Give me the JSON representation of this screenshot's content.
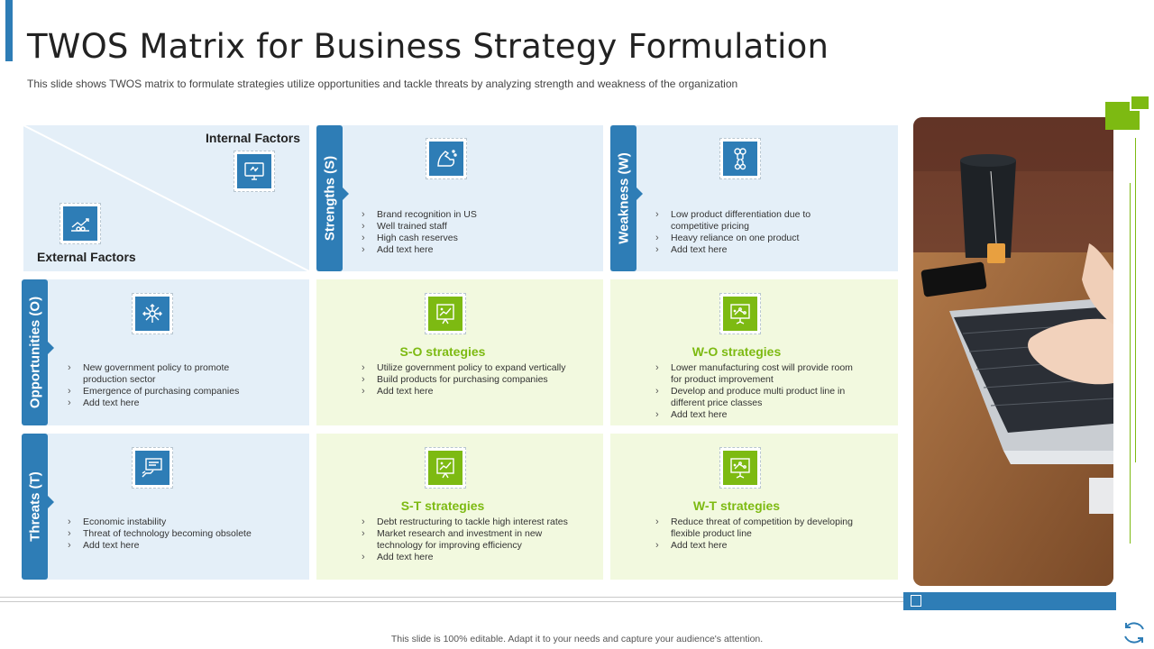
{
  "header": {
    "title": "TWOS Matrix for Business Strategy Formulation",
    "subtitle": "This slide shows TWOS matrix to formulate strategies utilize opportunities and tackle threats by analyzing strength and weakness of the organization"
  },
  "matrix": {
    "internal_label": "Internal Factors",
    "external_label": "External Factors",
    "strengths": {
      "label": "Strengths (S)",
      "items": [
        "Brand recognition in US",
        "Well trained staff",
        "High cash reserves",
        "Add text here"
      ]
    },
    "weakness": {
      "label": "Weakness (W)",
      "items": [
        "Low product differentiation due to competitive pricing",
        "Heavy reliance on one product",
        "Add text here"
      ]
    },
    "opportunities": {
      "label": "Opportunities (O)",
      "items": [
        "New government policy to promote production sector",
        "Emergence of purchasing companies",
        "Add text here"
      ]
    },
    "threats": {
      "label": "Threats (T)",
      "items": [
        "Economic instability",
        "Threat of technology becoming obsolete",
        "Add text here"
      ]
    },
    "so": {
      "title": "S-O strategies",
      "items": [
        "Utilize government policy to expand vertically",
        "Build products for purchasing companies",
        "Add text here"
      ]
    },
    "wo": {
      "title": "W-O strategies",
      "items": [
        "Lower manufacturing cost will provide room for product improvement",
        "Develop and produce multi product line in different price classes",
        "Add text here"
      ]
    },
    "st": {
      "title": "S-T strategies",
      "items": [
        "Debt restructuring to tackle high interest rates",
        "Market research and investment in new technology for improving efficiency",
        "Add text here"
      ]
    },
    "wt": {
      "title": "W-T strategies",
      "items": [
        "Reduce threat of competition by developing flexible product line",
        "Add text here"
      ]
    }
  },
  "footer": {
    "text": "This slide is 100% editable. Adapt it to your needs and capture your audience's attention."
  },
  "colors": {
    "accent_blue": "#2e7db6",
    "accent_green": "#7dba12",
    "blue_bg": "#e4eff8",
    "green_bg": "#f2f9df"
  },
  "icons": {
    "internal": "monitor-exchange-icon",
    "external": "chart-link-icon",
    "strengths": "flexed-arm-icon",
    "weakness": "broken-bone-icon",
    "opportunities": "network-arrows-icon",
    "threats": "hand-presentation-icon",
    "strategy": "strategy-board-icon"
  }
}
